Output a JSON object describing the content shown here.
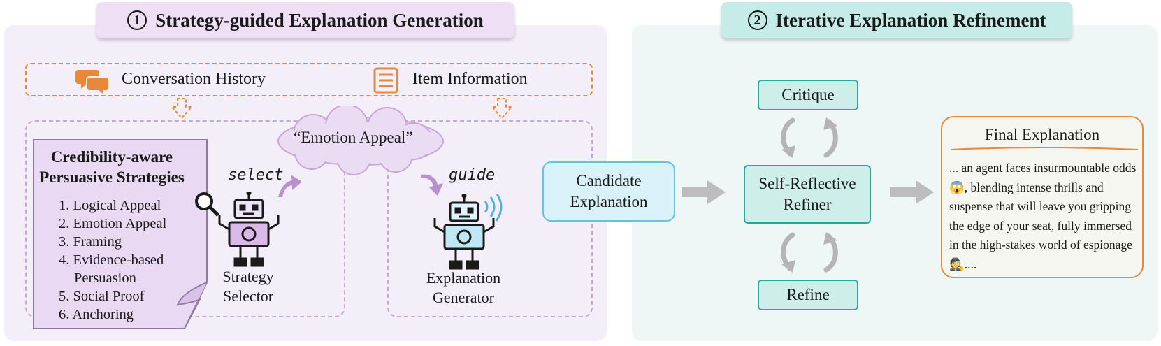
{
  "stage1": {
    "number": "1",
    "title": "Strategy-guided Explanation Generation"
  },
  "stage2": {
    "number": "2",
    "title": "Iterative Explanation Refinement"
  },
  "inputs": {
    "conversation_history": "Conversation History",
    "item_information": "Item Information"
  },
  "strategies": {
    "title_line1": "Credibility-aware",
    "title_line2": "Persuasive Strategies",
    "items": [
      "1. Logical Appeal",
      "2. Emotion Appeal",
      "3. Framing",
      "4. Evidence-based",
      "Persuasion",
      "5. Social Proof",
      "6. Anchoring"
    ]
  },
  "emotion_cloud": "“Emotion Appeal”",
  "select_label": "select",
  "guide_label": "guide",
  "strategy_selector": {
    "line1": "Strategy",
    "line2": "Selector"
  },
  "explanation_generator": {
    "line1": "Explanation",
    "line2": "Generator"
  },
  "candidate": {
    "line1": "Candidate",
    "line2": "Explanation"
  },
  "critique": "Critique",
  "refiner": {
    "line1": "Self-Reflective",
    "line2": "Refiner"
  },
  "refine": "Refine",
  "final": {
    "title": "Final Explanation",
    "t1": "... an agent faces ",
    "u1": "insurmountable odds",
    "e1": "😱",
    "t2": ", blending intense thrills and suspense that will leave you gripping the edge of your seat, fully immersed ",
    "u2": "in the high-stakes world of espionage",
    "e2": "🕵",
    "t3": "...."
  },
  "colors": {
    "stage1_bg": "#f3eef8",
    "stage2_bg": "#eef6f6",
    "accent_orange": "#e8883a",
    "teal": "#2aa79b",
    "purple": "#c9a6d8"
  }
}
